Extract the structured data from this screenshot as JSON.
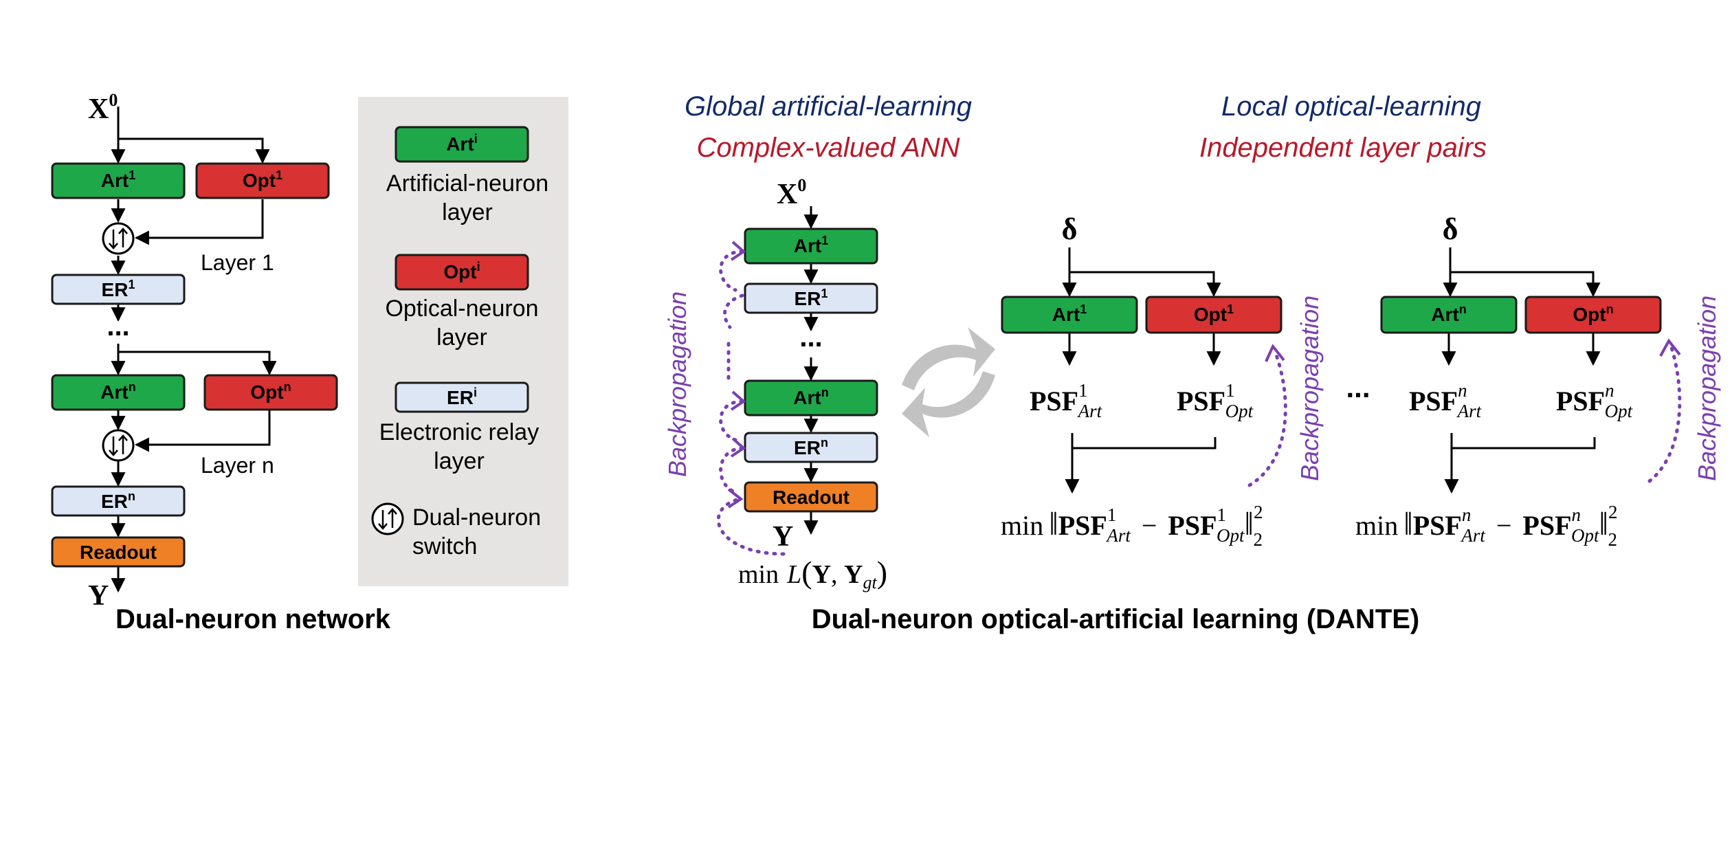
{
  "colors": {
    "art": "#1fa84a",
    "opt": "#d83232",
    "er": "#dde6f4",
    "readout": "#ef8026",
    "legend_bg": "#e6e3e3",
    "purple": "#7a3fb0",
    "navy": "#122a6a",
    "crimson": "#b8182a",
    "gray_arrow": "#c2c2c2"
  },
  "left_panel": {
    "input_symbol": "X",
    "input_sup": "0",
    "art1": {
      "base": "Art",
      "sup": "1"
    },
    "opt1": {
      "base": "Opt",
      "sup": "1"
    },
    "layer1_label": "Layer 1",
    "er1": {
      "base": "ER",
      "sup": "1"
    },
    "dots": "...",
    "artn": {
      "base": "Art",
      "sup": "n"
    },
    "optn": {
      "base": "Opt",
      "sup": "n"
    },
    "layern_label": "Layer n",
    "ern": {
      "base": "ER",
      "sup": "n"
    },
    "readout": "Readout",
    "output_symbol": "Y",
    "caption": "Dual-neuron network",
    "switch_icon": "dual-neuron-switch-icon"
  },
  "legend": {
    "art": {
      "base": "Art",
      "sup": "i",
      "line1": "Artificial-neuron",
      "line2": "layer"
    },
    "opt": {
      "base": "Opt",
      "sup": "i",
      "line1": "Optical-neuron",
      "line2": "layer"
    },
    "er": {
      "base": "ER",
      "sup": "i",
      "line1": "Electronic relay",
      "line2": "layer"
    },
    "switch": {
      "line1": "Dual-neuron",
      "line2": "switch"
    }
  },
  "dante": {
    "global_title": "Global artificial-learning",
    "global_subtitle": "Complex-valued ANN",
    "local_title": "Local optical-learning",
    "local_subtitle": "Independent layer pairs",
    "backprop_label": "Backpropagation",
    "loss_min": "min",
    "loss_L": "L",
    "loss_Y": "Y",
    "loss_Ygt": "Y",
    "loss_gt": "gt",
    "delta": "δ",
    "psf": "PSF",
    "sub_art": "Art",
    "sub_opt": "Opt",
    "sup_1": "1",
    "sup_n": "n",
    "norm_min": "min",
    "minus": "−",
    "norm_sub": "2",
    "norm_sup": "2",
    "between_dots": "...",
    "caption": "Dual-neuron optical-artificial learning (DANTE)",
    "refresh_icon": "cycle-arrows-icon"
  }
}
